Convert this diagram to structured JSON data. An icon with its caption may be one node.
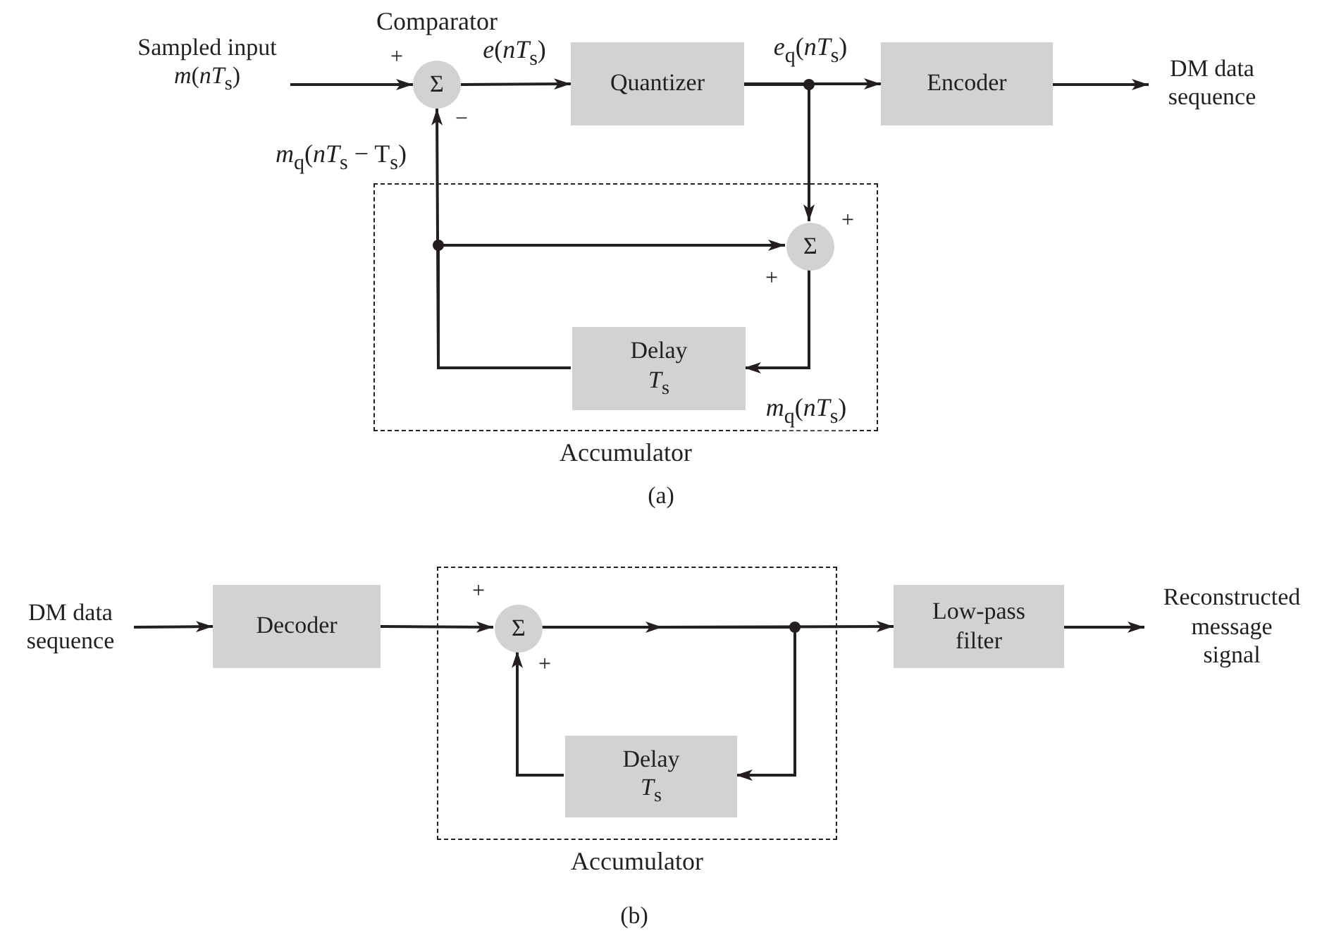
{
  "diagram": {
    "nodes": [
      {
        "text": [
          "Sampled input *m*(*nT*$_{s}$)"
        ]
      },
      {
        "text": [
          "Comparator",
          "Σ"
        ],
        "beside": [
          "+",
          "−"
        ]
      },
      {
        "text": [
          "Quantizer"
        ]
      },
      {
        "text": [
          "Encoder"
        ]
      },
      {
        "text": [
          "DM data sequence"
        ]
      },
      {
        "text": [
          "Accumulator"
        ]
      },
      {
        "text": [
          "Σ"
        ],
        "in": 5,
        "beside": [
          "+",
          "+"
        ]
      },
      {
        "text": [
          "Delay *T*$_{s}$"
        ],
        "in": 5
      },
      {
        "text": [
          "DM data sequence"
        ]
      },
      {
        "text": [
          "Decoder"
        ]
      },
      {
        "text": [
          "Accumulator"
        ]
      },
      {
        "text": [
          "Σ"
        ],
        "in": 10,
        "beside": [
          "+",
          "+"
        ]
      },
      {
        "text": [
          "Delay *T*$_{s}$"
        ],
        "in": 10
      },
      {
        "text": [
          "Low-pass filter"
        ]
      },
      {
        "text": [
          "Reconstructed message signal"
        ]
      }
    ],
    "edges": [
      {
        "from": 0,
        "to": 1,
        "arrow": "to"
      },
      {
        "from": 1,
        "to": 2,
        "arrow": "to",
        "label": "*e*(*nT*$_{s}$)"
      },
      {
        "from": 2,
        "to": 3,
        "arrow": "to",
        "label": "*e*$_{q}$(*nT*$_{s}$)"
      },
      {
        "from": 2,
        "to": 6,
        "arrow": "to"
      },
      {
        "from": 3,
        "to": 4,
        "arrow": "to"
      },
      {
        "from": 6,
        "to": 7,
        "arrow": "to",
        "label": "*m*$_{q}$(*nT*$_{s}$)"
      },
      {
        "from": 7,
        "to": 1,
        "arrow": "to",
        "label": "*m*$_{q}$(*nT*$_{s}$ − T$_{s}$)"
      },
      {
        "from": 7,
        "to": 6,
        "arrow": "to"
      },
      {
        "from": 8,
        "to": 9,
        "arrow": "to"
      },
      {
        "from": 9,
        "to": 11,
        "arrow": "to"
      },
      {
        "from": 11,
        "to": 13,
        "arrow": "to"
      },
      {
        "from": 11,
        "to": 12,
        "arrow": "to"
      },
      {
        "from": 12,
        "to": 11,
        "arrow": "to"
      },
      {
        "from": 13,
        "to": 14,
        "arrow": "to"
      }
    ],
    "labels": [
      "(a)",
      "(b)"
    ]
  }
}
